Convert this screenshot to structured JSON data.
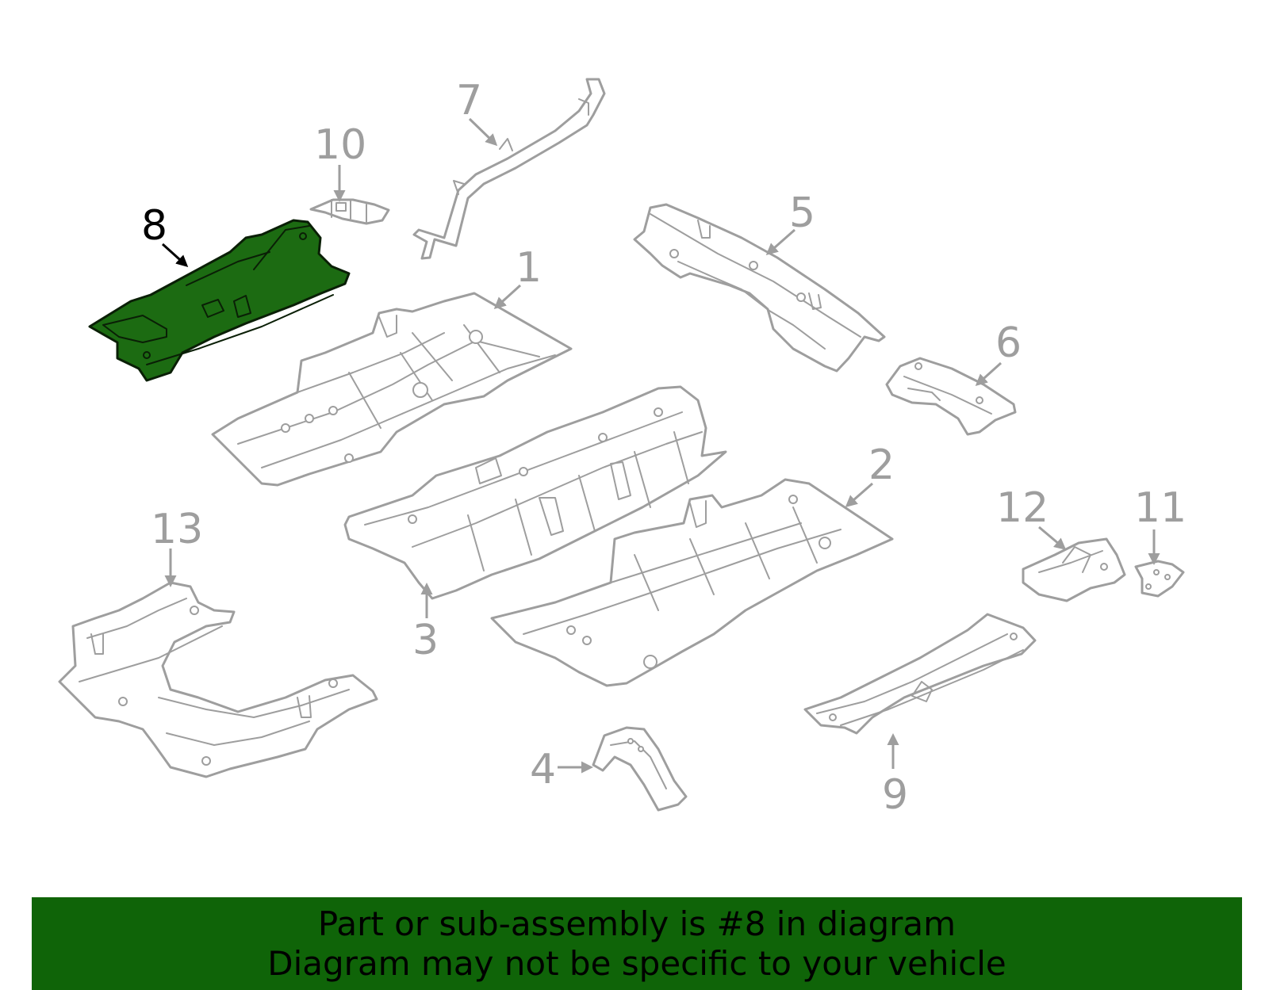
{
  "diagram": {
    "highlight_color": "#1c6b12",
    "outline_color": "#9e9e9e",
    "callouts": [
      "1",
      "2",
      "3",
      "4",
      "5",
      "6",
      "7",
      "8",
      "9",
      "10",
      "11",
      "12",
      "13"
    ],
    "highlighted_callout": "8"
  },
  "banner": {
    "color": "#0f6408",
    "line1": "Part or sub-assembly is #8 in diagram",
    "line2": "Diagram may not be specific to your vehicle"
  }
}
